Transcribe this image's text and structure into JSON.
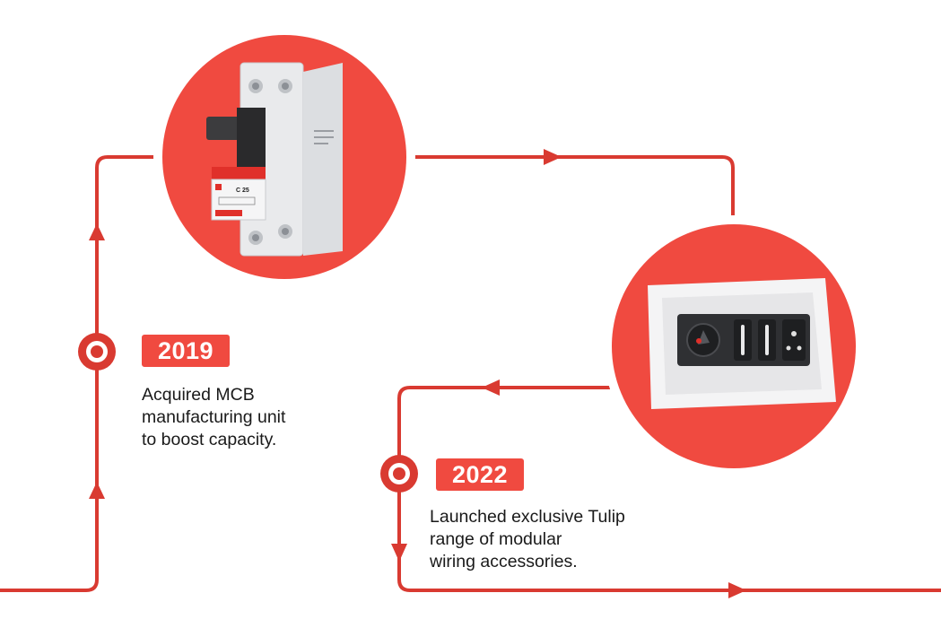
{
  "colors": {
    "accent": "#f04a40",
    "line": "#d93a31",
    "badge": "#f04a40"
  },
  "milestones": [
    {
      "year": "2019",
      "description": "Acquired MCB\nmanufacturing unit\nto boost capacity.",
      "image": "mcb-breaker-image"
    },
    {
      "year": "2022",
      "description": " Launched exclusive Tulip\nrange of modular\nwiring accessories.",
      "image": "modular-switch-plate-image"
    }
  ],
  "mcb_label": "C 25"
}
